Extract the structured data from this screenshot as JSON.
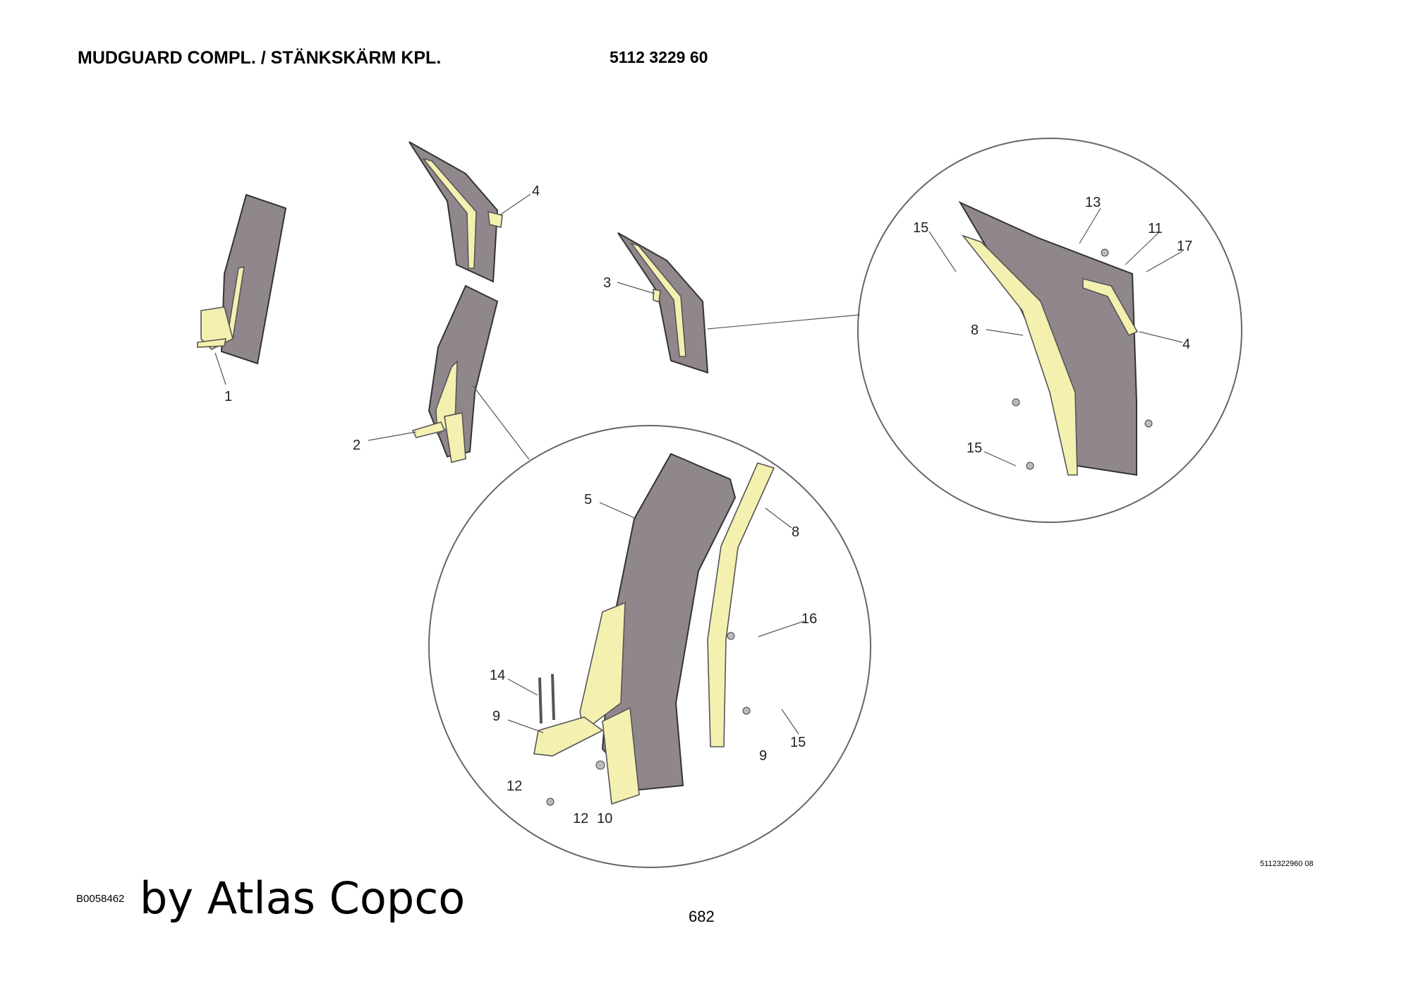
{
  "header": {
    "title": "MUDGUARD COMPL. / STÄNKSKÄRM KPL.",
    "part_number": "5112 3229 60"
  },
  "footer": {
    "doc_id": "B0058462",
    "brand": "by Atlas Copco",
    "page": "682",
    "drawing_ref": "5112322960 08"
  },
  "callouts": {
    "overview": [
      "1",
      "2",
      "3",
      "4"
    ],
    "detail_a": [
      "5",
      "8",
      "16",
      "14",
      "9",
      "9",
      "15",
      "12",
      "12",
      "10"
    ],
    "detail_b": [
      "13",
      "15",
      "11",
      "17",
      "8",
      "4",
      "15"
    ]
  },
  "colors": {
    "rubber": "#8f878b",
    "bracket": "#f4f0b0"
  }
}
